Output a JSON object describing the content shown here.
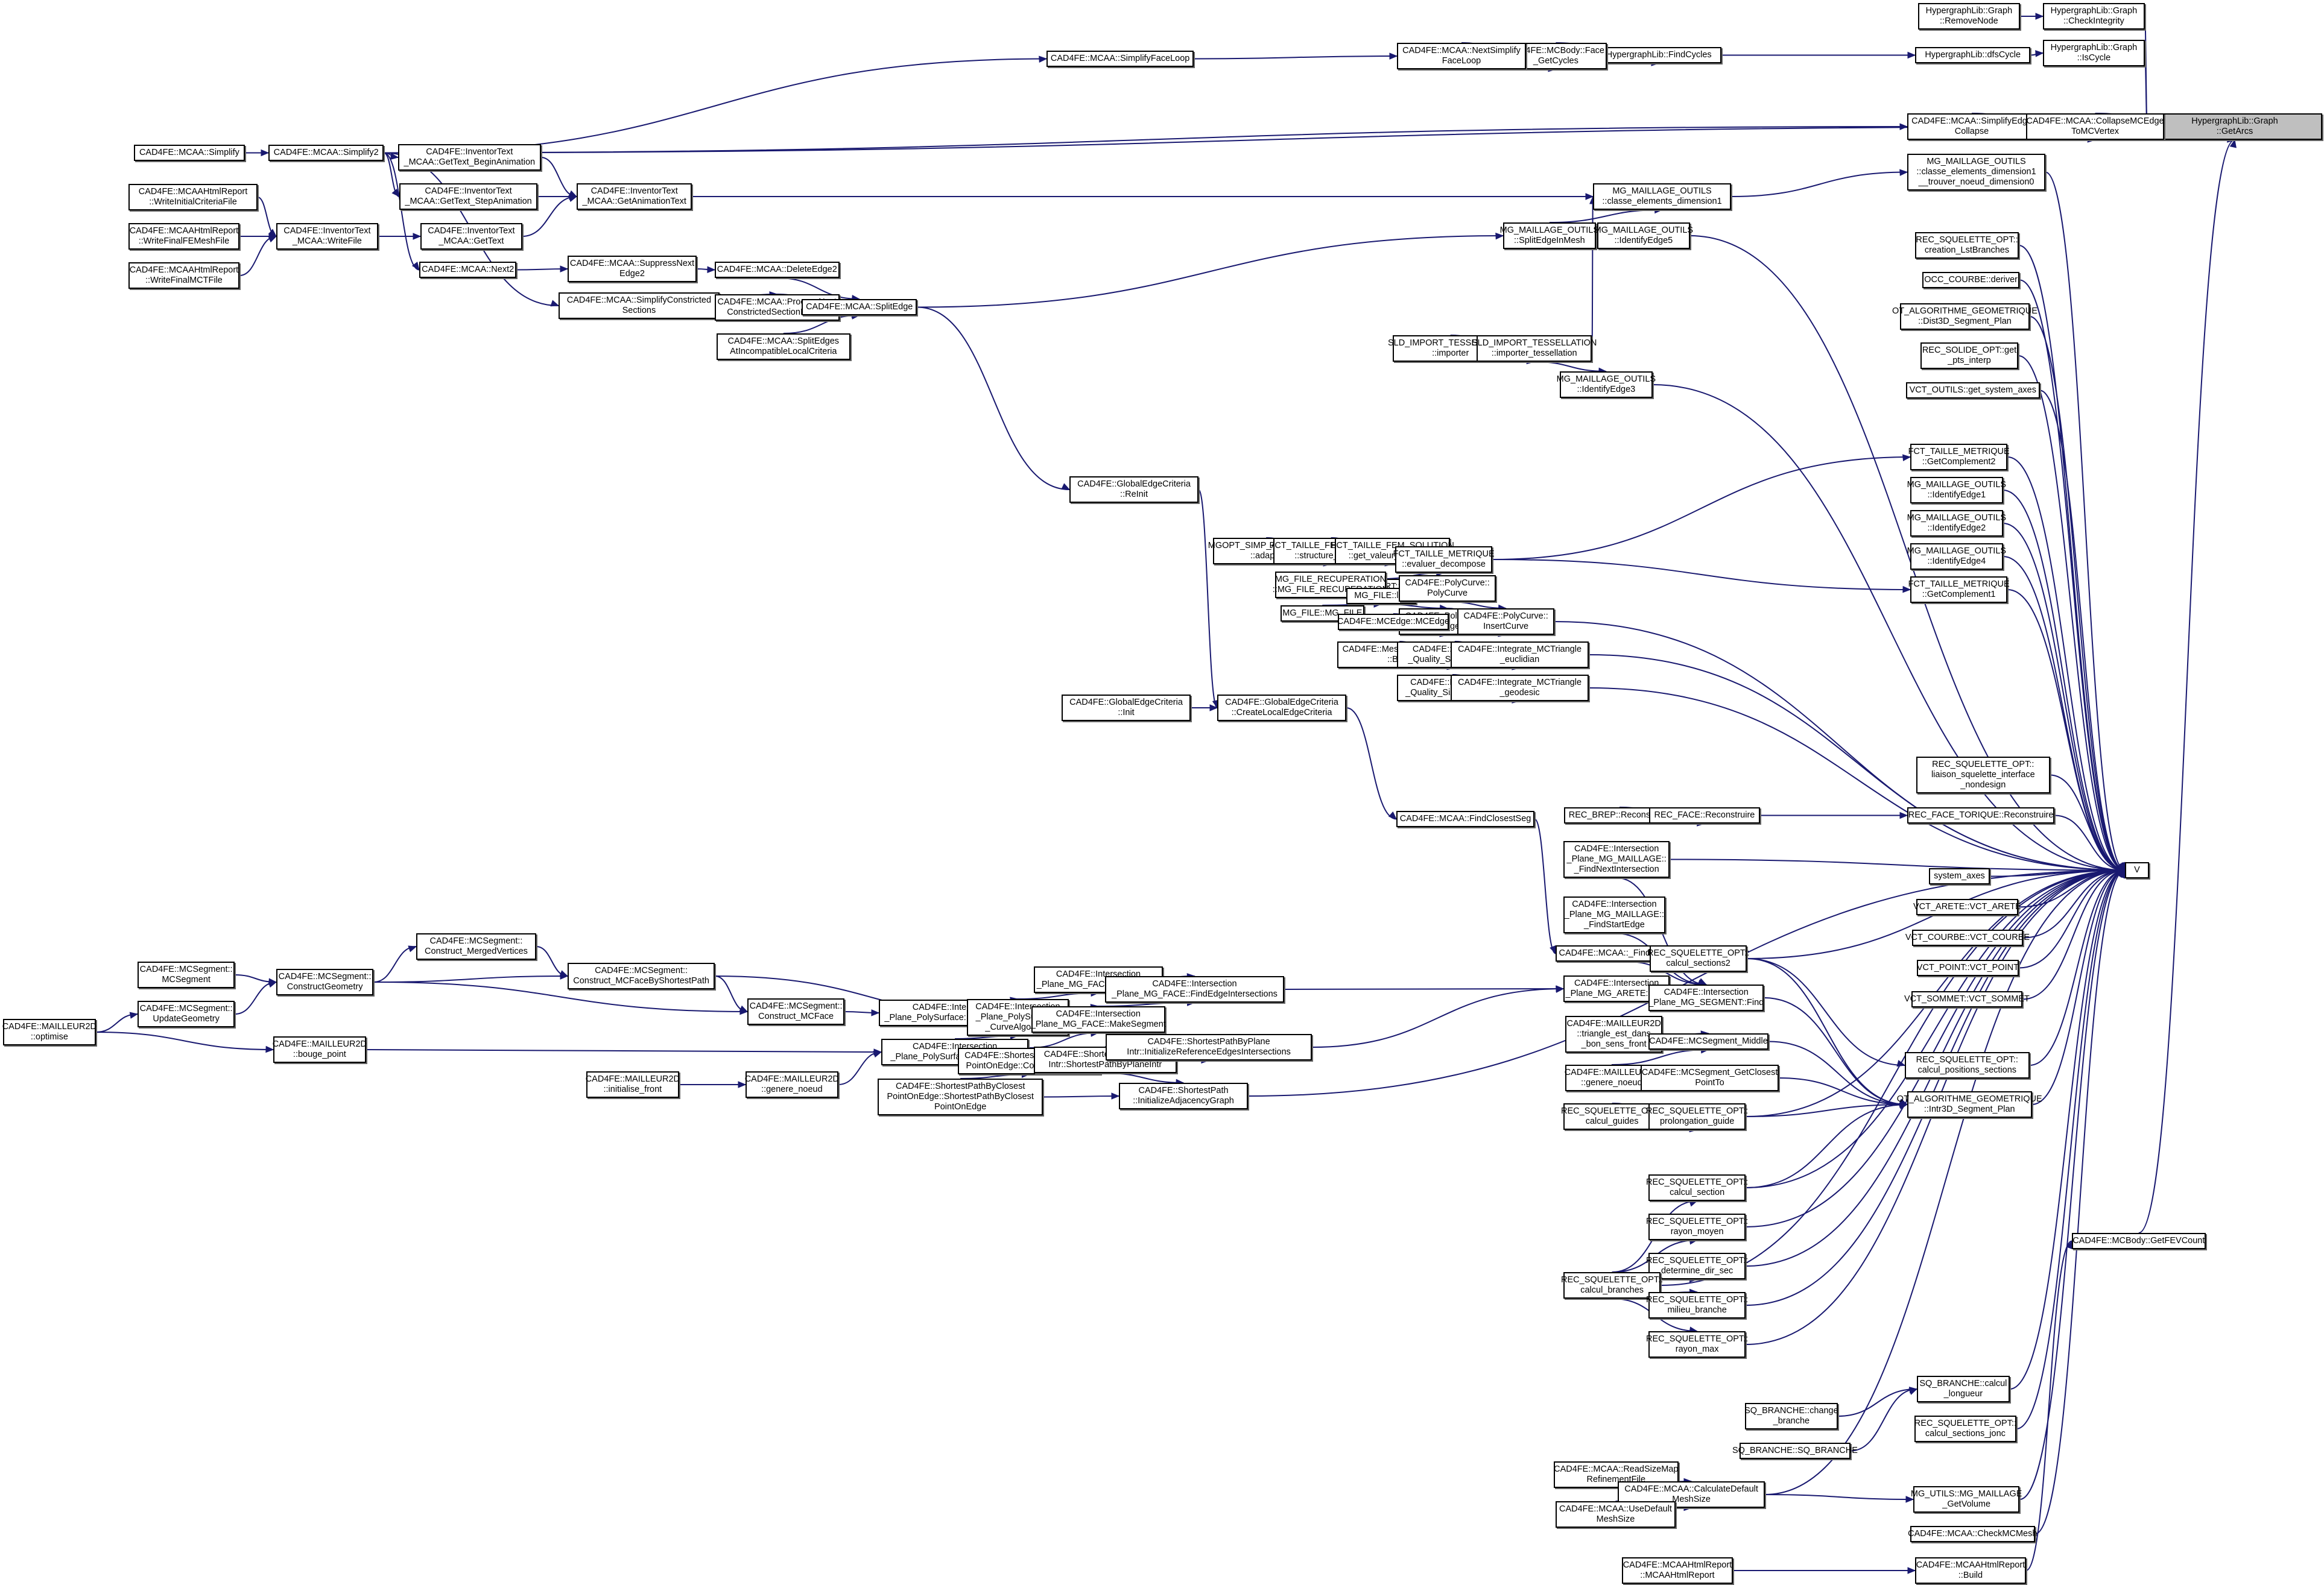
{
  "diagram": {
    "title": "HypergraphLib::Graph::GetArcs caller graph",
    "colors": {
      "edge": "#191970",
      "focus_fill": "#bfbfbf",
      "node_border": "#000000"
    },
    "nodes": {
      "getarcs": "HypergraphLib::Graph\n::GetArcs",
      "removenode": "HypergraphLib::Graph\n::RemoveNode",
      "checkintegrity": "HypergraphLib::Graph\n::CheckIntegrity",
      "dfscycle": "HypergraphLib::dfsCycle",
      "iscycle": "HypergraphLib::Graph\n::IsCycle",
      "findcycles": "HypergraphLib::FindCycles",
      "facegetcycles": "CAD4FE::MCBody::Face\n_GetCycles",
      "nextsimplifyfaceloop": "CAD4FE::MCAA::NextSimplify\nFaceLoop",
      "simplifyfaceloop": "CAD4FE::MCAA::SimplifyFaceLoop",
      "simplifyedgecollapse": "CAD4FE::MCAA::SimplifyEdge\nCollapse",
      "collapsemcedge": "CAD4FE::MCAA::CollapseMCEdge\nToMCVertex",
      "classe_dim1_trouver": "MG_MAILLAGE_OUTILS\n::classe_elements_dimension1\n__trouver_noeud_dimension0",
      "classe_dim1": "MG_MAILLAGE_OUTILS\n::classe_elements_dimension1",
      "splitedgeinmesh": "MG_MAILLAGE_OUTILS\n::SplitEdgeInMesh",
      "identifyedge5": "MG_MAILLAGE_OUTILS\n::IdentifyEdge5",
      "simplify": "CAD4FE::MCAA::Simplify",
      "simplify2": "CAD4FE::MCAA::Simplify2",
      "gettext_begin": "CAD4FE::InventorText\n_MCAA::GetText_BeginAnimation",
      "gettext_step": "CAD4FE::InventorText\n_MCAA::GetText_StepAnimation",
      "getanimationtext": "CAD4FE::InventorText\n_MCAA::GetAnimationText",
      "writeinitial": "CAD4FE::MCAAHtmlReport\n::WriteInitialCriteriaFile",
      "writefinalfe": "CAD4FE::MCAAHtmlReport\n::WriteFinalFEMeshFile",
      "writefinalmct": "CAD4FE::MCAAHtmlReport\n::WriteFinalMCTFile",
      "writefile": "CAD4FE::InventorText\n_MCAA::WriteFile",
      "gettext": "CAD4FE::InventorText\n_MCAA::GetText",
      "next2": "CAD4FE::MCAA::Next2",
      "suppressnextedge2": "CAD4FE::MCAA::SuppressNext\nEdge2",
      "deleteedge2": "CAD4FE::MCAA::DeleteEdge2",
      "simplifyconstricted": "CAD4FE::MCAA::SimplifyConstricted\nSections",
      "processnextconstricted": "CAD4FE::MCAA::ProcessNext\nConstrictedSectionInFace",
      "splitedge": "CAD4FE::MCAA::SplitEdge",
      "splitedgesatincompat": "CAD4FE::MCAA::SplitEdges\nAtIncompatibleLocalCriteria",
      "sld_importer": "SLD_IMPORT_TESSELLATION\n::importer",
      "sld_importer_tess": "SLD_IMPORT_TESSELLATION\n::importer_tessellation",
      "identifyedge3": "MG_MAILLAGE_OUTILS\n::IdentifyEdge3",
      "creation_lstbranches": "REC_SQUELETTE_OPT::\ncreation_LstBranches",
      "occ_deriver": "OCC_COURBE::deriver",
      "dist3d": "OT_ALGORITHME_GEOMETRIQUE\n::Dist3D_Segment_Plan",
      "get_pts_interp": "REC_SOLIDE_OPT::get\n_pts_interp",
      "get_system_axes": "VCT_OUTILS::get_system_axes",
      "globaledge_reinit": "CAD4FE::GlobalEdgeCriteria\n::ReInit",
      "getcomplement2": "FCT_TAILLE_METRIQUE\n::GetComplement2",
      "identifyedge1": "MG_MAILLAGE_OUTILS\n::IdentifyEdge1",
      "identifyedge2": "MG_MAILLAGE_OUTILS\n::IdentifyEdge2",
      "identifyedge4": "MG_MAILLAGE_OUTILS\n::IdentifyEdge4",
      "getcomplement1": "FCT_TAILLE_METRIQUE\n::GetComplement1",
      "mgopt_adapte": "MGOPT_SIMP_ADAPTATIVE\n::adapte",
      "fct_structure_support": "FCT_TAILLE_FEM_SOLUTION\n::structure_support",
      "fct_get_valeur_max": "FCT_TAILLE_FEM_SOLUTION\n::get_valeur_maximale",
      "evaluer_decompose": "FCT_TAILLE_METRIQUE\n::evaluer_decompose",
      "mg_export_gmsh": "MG_EXPORT::gmsh",
      "mg_file_recup": "MG_FILE_RECUPERATION\n::MG_FILE_RECUPERATION",
      "mg_file_lire": "MG_FILE::lire",
      "mg_file_mg_file": "MG_FILE::MG_FILE",
      "polycurve_polycurve": "CAD4FE::PolyCurve::\nPolyCurve",
      "polycurve_merge": "CAD4FE::PolyCurve::\nMerge",
      "mcedge_mcedge": "CAD4FE::MCEdge::MCEdge",
      "polycurve_insertcurve": "CAD4FE::PolyCurve::\nInsertCurve",
      "meshquality_build": "CAD4FE::MeshQualityReport\n::Build",
      "mctriangle_euclidian": "CAD4FE::MCTriangle\n_Quality_Size_euclidian",
      "integrate_euclidian": "CAD4FE::Integrate_MCTriangle\n_euclidian",
      "mctriangle_geodesic": "CAD4FE::MCTriangle\n_Quality_Size_geodesic",
      "integrate_geodesic": "CAD4FE::Integrate_MCTriangle\n_geodesic",
      "liaison_squelette": "REC_SQUELETTE_OPT::\nliaison_squelette_interface\n_nondesign",
      "globaledge_init": "CAD4FE::GlobalEdgeCriteria\n::Init",
      "createlocaledge": "CAD4FE::GlobalEdgeCriteria\n::CreateLocalEdgeCriteria",
      "findclosestseg": "CAD4FE::MCAA::FindClosestSeg",
      "rec_brep": "REC_BREP::Reconstruire",
      "rec_face": "REC_FACE::Reconstruire",
      "rec_face_torique": "REC_FACE_TORIQUE::Reconstruire",
      "findnextintersection": "CAD4FE::Intersection\n_Plane_MG_MAILLAGE::\n_FindNextIntersection",
      "system_axes": "system_axes",
      "v": "V",
      "vct_arete": "VCT_ARETE::VCT_ARETE",
      "vct_courbe": "VCT_COURBE::VCT_COURBE",
      "vct_point": "VCT_POINT::VCT_POINT",
      "vct_sommet": "VCT_SOMMET::VCT_SOMMET",
      "findstartedge": "CAD4FE::Intersection\n_Plane_MG_MAILLAGE::\n_FindStartEdge",
      "_findclosestseg": "CAD4FE::MCAA::_FindClosestSeg",
      "calcul_sections2": "REC_SQUELETTE_OPT::\ncalcul_sections2",
      "arete_find": "CAD4FE::Intersection\n_Plane_MG_ARETE::Find",
      "segment_find": "CAD4FE::Intersection\n_Plane_MG_SEGMENT::Find",
      "triangle_est_dans": "CAD4FE::MAILLEUR2D\n::triangle_est_dans\n_bon_sens_front",
      "mcsegment_middle": "CAD4FE::MCSegment_Middle",
      "genere_noeud_r": "CAD4FE::MAILLEUR2D\n::genere_noeud",
      "mcsegment_getclosest": "CAD4FE::MCSegment_GetClosest\nPointTo",
      "calcul_positions_sections": "REC_SQUELETTE_OPT::\ncalcul_positions_sections",
      "intr3d": "OT_ALGORITHME_GEOMETRIQUE\n::Intr3D_Segment_Plan",
      "calcul_guides": "REC_SQUELETTE_OPT::\ncalcul_guides",
      "prolongation_guide": "REC_SQUELETTE_OPT::\nprolongation_guide",
      "calcul_section": "REC_SQUELETTE_OPT::\ncalcul_section",
      "rayon_moyen": "REC_SQUELETTE_OPT::\nrayon_moyen",
      "determine_dir_sec": "REC_SQUELETTE_OPT::\ndetermine_dir_sec",
      "calcul_branches": "REC_SQUELETTE_OPT::\ncalcul_branches",
      "milieu_branche": "REC_SQUELETTE_OPT::\nmilieu_branche",
      "rayon_max": "REC_SQUELETTE_OPT::\nrayon_max",
      "getfevcount": "CAD4FE::MCBody::GetFEVCount",
      "sq_calcul_longueur": "SQ_BRANCHE::calcul\n_longueur",
      "sq_change_branche": "SQ_BRANCHE::change\n_branche",
      "calcul_sections_jonc": "REC_SQUELETTE_OPT::\ncalcul_sections_jonc",
      "sq_branche": "SQ_BRANCHE::SQ_BRANCHE",
      "readsizemap": "CAD4FE::MCAA::ReadSizeMap\nRefinementFile",
      "calculatedefault": "CAD4FE::MCAA::CalculateDefault\nMeshSize",
      "mg_getvolume": "MG_UTILS::MG_MAILLAGE\n_GetVolume",
      "usedefault": "CAD4FE::MCAA::UseDefault\nMeshSize",
      "checkmcmesh": "CAD4FE::MCAA::CheckMCMesh",
      "mcaahtml_ctor": "CAD4FE::MCAAHtmlReport\n::MCAAHtmlReport",
      "mcaahtml_build": "CAD4FE::MCAAHtmlReport\n::Build",
      "ms_mcsegment": "CAD4FE::MCSegment::\nMCSegment",
      "ms_updategeometry": "CAD4FE::MCSegment::\nUpdateGeometry",
      "ms_constructgeometry": "CAD4FE::MCSegment::\nConstructGeometry",
      "ms_mergedvertices": "CAD4FE::MCSegment::\nConstruct_MergedVertices",
      "ms_mcfaceshortest": "CAD4FE::MCSegment::\nConstruct_MCFaceByShortestPath",
      "ms_mcface": "CAD4FE::MCSegment::\nConstruct_MCFace",
      "m2d_optimise": "CAD4FE::MAILLEUR2D\n::optimise",
      "m2d_bouge_point": "CAD4FE::MAILLEUR2D\n::bouge_point",
      "m2d_initialise_front": "CAD4FE::MAILLEUR2D\n::initialise_front",
      "m2d_genere_noeud": "CAD4FE::MAILLEUR2D\n::genere_noeud",
      "poly_makesegment": "CAD4FE::Intersection\n_Plane_PolySurface::MakeSegment",
      "poly_makeoffset": "CAD4FE::Intersection\n_Plane_PolySurface::MakeOffset",
      "poly_curvealgorithm": "CAD4FE::Intersection\n_Plane_PolySurface::\n_CurveAlgorithm",
      "face_makeoffset": "CAD4FE::Intersection\n_Plane_MG_FACE::MakeOffset",
      "face_makesegment": "CAD4FE::Intersection\n_Plane_MG_FACE::MakeSegment",
      "face_findedgeint": "CAD4FE::Intersection\n_Plane_MG_FACE::FindEdgeIntersections",
      "spcpoe_computedistance": "CAD4FE::ShortestPathByClosest\nPointOnEdge::ComputeDistance",
      "spcpoe_ctor": "CAD4FE::ShortestPathByClosest\nPointOnEdge::ShortestPathByClosest\nPointOnEdge",
      "sppi_ctor": "CAD4FE::ShortestPathByPlane\nIntr::ShortestPathByPlaneIntr",
      "sppi_initref": "CAD4FE::ShortestPathByPlane\nIntr::InitializeReferenceEdgesIntersections",
      "sp_initadjacency": "CAD4FE::ShortestPath\n::InitializeAdjacencyGraph"
    },
    "edges": [
      [
        "removenode",
        "checkintegrity"
      ],
      [
        "checkintegrity",
        "getarcs"
      ],
      [
        "dfscycle",
        "iscycle"
      ],
      [
        "iscycle",
        "getarcs"
      ],
      [
        "findcycles",
        "dfscycle"
      ],
      [
        "facegetcycles",
        "findcycles"
      ],
      [
        "nextsimplifyfaceloop",
        "facegetcycles"
      ],
      [
        "simplifyfaceloop",
        "nextsimplifyfaceloop"
      ],
      [
        "simplify2",
        "simplifyfaceloop"
      ],
      [
        "simplify2",
        "getarcs"
      ],
      [
        "simplify2",
        "simplifyedgecollapse"
      ],
      [
        "simplifyedgecollapse",
        "collapsemcedge"
      ],
      [
        "simplifyedgecollapse",
        "getarcs"
      ],
      [
        "collapsemcedge",
        "getarcs"
      ],
      [
        "classe_dim1",
        "classe_dim1_trouver"
      ],
      [
        "classe_dim1_trouver",
        "v"
      ],
      [
        "getanimationtext",
        "classe_dim1"
      ],
      [
        "splitedgeinmesh",
        "classe_dim1"
      ],
      [
        "splitedgeinmesh",
        "identifyedge5"
      ],
      [
        "identifyedge5",
        "v"
      ],
      [
        "sld_importer_tess",
        "classe_dim1"
      ],
      [
        "simplify",
        "simplify2"
      ],
      [
        "simplify2",
        "gettext_begin"
      ],
      [
        "simplify2",
        "gettext_step"
      ],
      [
        "simplify2",
        "next2"
      ],
      [
        "simplify2",
        "simplifyconstricted"
      ],
      [
        "gettext_begin",
        "getanimationtext"
      ],
      [
        "gettext_step",
        "getanimationtext"
      ],
      [
        "gettext",
        "getanimationtext"
      ],
      [
        "writeinitial",
        "writefile"
      ],
      [
        "writefinalfe",
        "writefile"
      ],
      [
        "writefinalmct",
        "writefile"
      ],
      [
        "writefile",
        "gettext"
      ],
      [
        "next2",
        "suppressnextedge2"
      ],
      [
        "suppressnextedge2",
        "deleteedge2"
      ],
      [
        "deleteedge2",
        "splitedge"
      ],
      [
        "simplifyconstricted",
        "processnextconstricted"
      ],
      [
        "processnextconstricted",
        "splitedge"
      ],
      [
        "splitedgesatincompat",
        "splitedge"
      ],
      [
        "splitedge",
        "splitedgeinmesh"
      ],
      [
        "splitedge",
        "globaledge_reinit"
      ],
      [
        "sld_importer",
        "sld_importer_tess"
      ],
      [
        "sld_importer_tess",
        "identifyedge3"
      ],
      [
        "identifyedge3",
        "v"
      ],
      [
        "creation_lstbranches",
        "v"
      ],
      [
        "occ_deriver",
        "v"
      ],
      [
        "dist3d",
        "v"
      ],
      [
        "get_pts_interp",
        "v"
      ],
      [
        "get_system_axes",
        "v"
      ],
      [
        "globaledge_reinit",
        "createlocaledge"
      ],
      [
        "globaledge_init",
        "createlocaledge"
      ],
      [
        "createlocaledge",
        "findclosestseg"
      ],
      [
        "findclosestseg",
        "_findclosestseg"
      ],
      [
        "getcomplement2",
        "v"
      ],
      [
        "identifyedge1",
        "v"
      ],
      [
        "identifyedge2",
        "v"
      ],
      [
        "identifyedge4",
        "v"
      ],
      [
        "getcomplement1",
        "v"
      ],
      [
        "mgopt_adapte",
        "fct_structure_support"
      ],
      [
        "fct_structure_support",
        "fct_get_valeur_max"
      ],
      [
        "fct_get_valeur_max",
        "evaluer_decompose"
      ],
      [
        "mg_export_gmsh",
        "evaluer_decompose"
      ],
      [
        "evaluer_decompose",
        "getcomplement2"
      ],
      [
        "evaluer_decompose",
        "getcomplement1"
      ],
      [
        "mg_file_recup",
        "mg_file_lire"
      ],
      [
        "mg_file_mg_file",
        "mg_file_lire"
      ],
      [
        "mg_file_lire",
        "polycurve_merge"
      ],
      [
        "mcedge_mcedge",
        "polycurve_merge"
      ],
      [
        "polycurve_polycurve",
        "polycurve_insertcurve"
      ],
      [
        "polycurve_merge",
        "polycurve_insertcurve"
      ],
      [
        "polycurve_insertcurve",
        "v"
      ],
      [
        "meshquality_build",
        "mctriangle_euclidian"
      ],
      [
        "mctriangle_euclidian",
        "integrate_euclidian"
      ],
      [
        "integrate_euclidian",
        "v"
      ],
      [
        "mctriangle_geodesic",
        "integrate_geodesic"
      ],
      [
        "integrate_geodesic",
        "v"
      ],
      [
        "liaison_squelette",
        "v"
      ],
      [
        "rec_brep",
        "rec_face"
      ],
      [
        "rec_face",
        "rec_face_torique"
      ],
      [
        "rec_face_torique",
        "v"
      ],
      [
        "findnextintersection",
        "v"
      ],
      [
        "findnextintersection",
        "segment_find"
      ],
      [
        "findstartedge",
        "segment_find"
      ],
      [
        "system_axes",
        "v"
      ],
      [
        "vct_arete",
        "v"
      ],
      [
        "vct_courbe",
        "v"
      ],
      [
        "vct_point",
        "v"
      ],
      [
        "vct_sommet",
        "v"
      ],
      [
        "_findclosestseg",
        "segment_find"
      ],
      [
        "calcul_sections2",
        "calcul_positions_sections"
      ],
      [
        "calcul_sections2",
        "intr3d"
      ],
      [
        "calcul_sections2",
        "v"
      ],
      [
        "arete_find",
        "segment_find"
      ],
      [
        "segment_find",
        "intr3d"
      ],
      [
        "triangle_est_dans",
        "mcsegment_middle"
      ],
      [
        "genere_noeud_r",
        "mcsegment_middle"
      ],
      [
        "mcsegment_middle",
        "intr3d"
      ],
      [
        "mcsegment_getclosest",
        "intr3d"
      ],
      [
        "calcul_positions_sections",
        "v"
      ],
      [
        "intr3d",
        "v"
      ],
      [
        "calcul_guides",
        "prolongation_guide"
      ],
      [
        "prolongation_guide",
        "intr3d"
      ],
      [
        "prolongation_guide",
        "v"
      ],
      [
        "calcul_section",
        "intr3d"
      ],
      [
        "calcul_section",
        "v"
      ],
      [
        "rayon_moyen",
        "v"
      ],
      [
        "determine_dir_sec",
        "v"
      ],
      [
        "milieu_branche",
        "v"
      ],
      [
        "rayon_max",
        "v"
      ],
      [
        "calcul_branches",
        "calcul_section"
      ],
      [
        "calcul_branches",
        "rayon_moyen"
      ],
      [
        "calcul_branches",
        "determine_dir_sec"
      ],
      [
        "calcul_branches",
        "milieu_branche"
      ],
      [
        "calcul_branches",
        "rayon_max"
      ],
      [
        "calcul_branches",
        "v"
      ],
      [
        "getfevcount",
        "getarcs"
      ],
      [
        "sq_change_branche",
        "sq_calcul_longueur"
      ],
      [
        "sq_branche",
        "sq_calcul_longueur"
      ],
      [
        "sq_calcul_longueur",
        "v"
      ],
      [
        "calcul_sections_jonc",
        "v"
      ],
      [
        "readsizemap",
        "calculatedefault"
      ],
      [
        "usedefault",
        "calculatedefault"
      ],
      [
        "calculatedefault",
        "mg_getvolume"
      ],
      [
        "calculatedefault",
        "v"
      ],
      [
        "mg_getvolume",
        "v"
      ],
      [
        "checkmcmesh",
        "v"
      ],
      [
        "mcaahtml_ctor",
        "mcaahtml_build"
      ],
      [
        "mcaahtml_build",
        "getfevcount"
      ],
      [
        "ms_mcsegment",
        "ms_constructgeometry"
      ],
      [
        "ms_updategeometry",
        "ms_constructgeometry"
      ],
      [
        "m2d_optimise",
        "ms_updategeometry"
      ],
      [
        "m2d_optimise",
        "m2d_bouge_point"
      ],
      [
        "ms_constructgeometry",
        "ms_mergedvertices"
      ],
      [
        "ms_constructgeometry",
        "ms_mcfaceshortest"
      ],
      [
        "ms_constructgeometry",
        "ms_mcface"
      ],
      [
        "ms_mergedvertices",
        "ms_mcfaceshortest"
      ],
      [
        "ms_mcfaceshortest",
        "ms_mcface"
      ],
      [
        "ms_mcfaceshortest",
        "face_makesegment"
      ],
      [
        "ms_mcface",
        "poly_makesegment"
      ],
      [
        "m2d_bouge_point",
        "poly_makeoffset"
      ],
      [
        "m2d_initialise_front",
        "m2d_genere_noeud"
      ],
      [
        "m2d_genere_noeud",
        "poly_makeoffset"
      ],
      [
        "poly_makesegment",
        "poly_curvealgorithm"
      ],
      [
        "poly_makeoffset",
        "poly_curvealgorithm"
      ],
      [
        "poly_curvealgorithm",
        "face_makeoffset"
      ],
      [
        "poly_curvealgorithm",
        "face_makesegment"
      ],
      [
        "face_makeoffset",
        "face_findedgeint"
      ],
      [
        "face_makesegment",
        "face_findedgeint"
      ],
      [
        "face_findedgeint",
        "arete_find"
      ],
      [
        "spcpoe_ctor",
        "spcpoe_computedistance"
      ],
      [
        "spcpoe_computedistance",
        "face_makesegment"
      ],
      [
        "spcpoe_ctor",
        "sp_initadjacency"
      ],
      [
        "sppi_ctor",
        "sppi_initref"
      ],
      [
        "sppi_ctor",
        "sp_initadjacency"
      ],
      [
        "sppi_initref",
        "arete_find"
      ],
      [
        "sp_initadjacency",
        "v"
      ]
    ]
  }
}
